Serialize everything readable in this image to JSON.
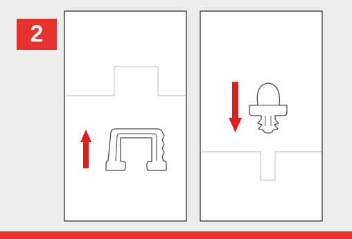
{
  "step_badge": {
    "number": "2"
  },
  "colors": {
    "background": "#ececec",
    "panel_fill": "#ffffff",
    "panel_border": "#222222",
    "accent_red": "#e8312f",
    "arrow_red": "#e21b1b",
    "line_gray": "#c8c8c8",
    "part_stroke": "#4a4a4a"
  },
  "panels": [
    {
      "name": "left-panel",
      "arrow": "up",
      "part": "channel-clip"
    },
    {
      "name": "right-panel",
      "arrow": "down",
      "part": "fir-tree-rivet"
    }
  ]
}
